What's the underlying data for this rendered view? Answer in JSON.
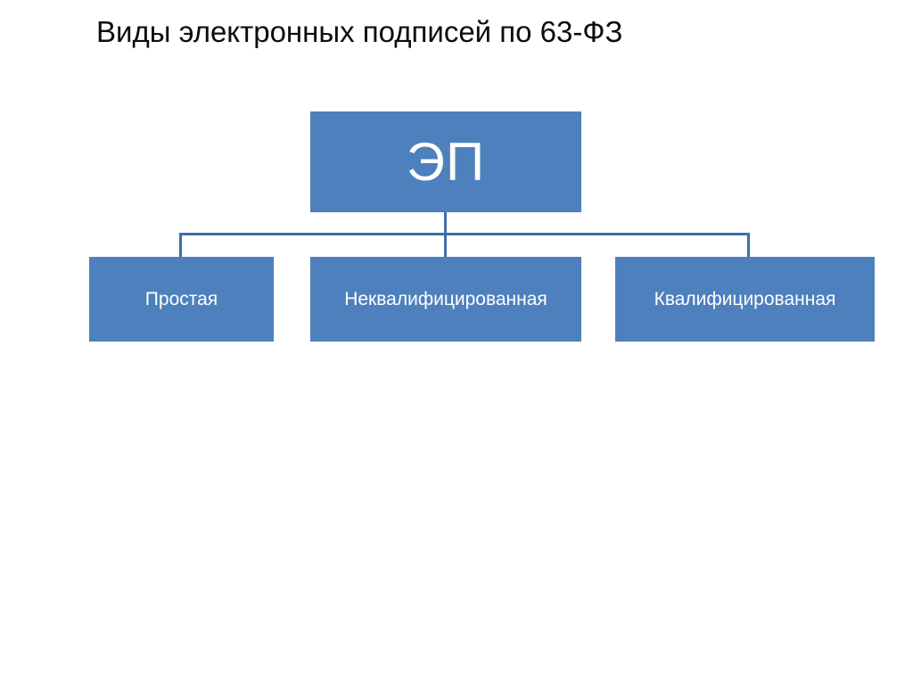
{
  "slide": {
    "title": "Виды электронных подписей по 63-ФЗ",
    "background_color": "#FFFFFF",
    "title_color": "#0D0D0D"
  },
  "diagram": {
    "type": "hierarchy",
    "node_fill_color": "#4E80BD",
    "node_text_color": "#FFFFFF",
    "connector_color": "#3E6FA8",
    "root": {
      "label": "ЭП"
    },
    "children": [
      {
        "label": "Простая"
      },
      {
        "label": "Неквалифицированная"
      },
      {
        "label": "Квалифицированная"
      }
    ]
  }
}
